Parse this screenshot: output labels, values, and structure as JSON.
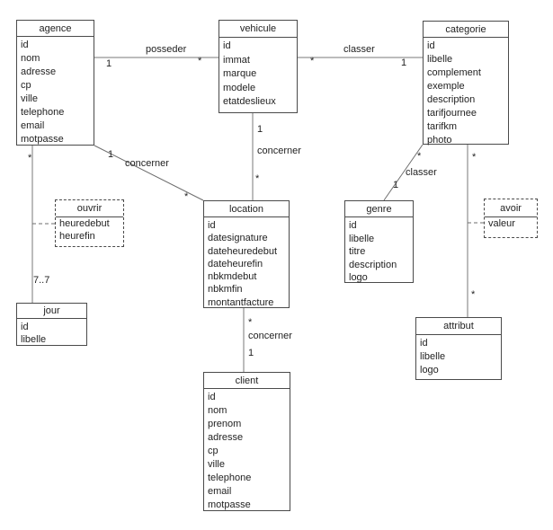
{
  "colors": {
    "background": "#ffffff",
    "line": "#7a7a7a",
    "border": "#4a4a4a",
    "text": "#1f1f1f"
  },
  "entities": {
    "agence": {
      "title": "agence",
      "attributes": [
        "id",
        "nom",
        "adresse",
        "cp",
        "ville",
        "telephone",
        "email",
        "motpasse"
      ]
    },
    "vehicule": {
      "title": "vehicule",
      "attributes": [
        "id",
        "immat",
        "marque",
        "modele",
        "etatdeslieux"
      ]
    },
    "categorie": {
      "title": "categorie",
      "attributes": [
        "id",
        "libelle",
        "complement",
        "exemple",
        "description",
        "tarifjournee",
        "tarifkm",
        "photo"
      ]
    },
    "location": {
      "title": "location",
      "attributes": [
        "id",
        "datesignature",
        "dateheuredebut",
        "dateheurefin",
        "nbkmdebut",
        "nbkmfin",
        "montantfacture"
      ]
    },
    "genre": {
      "title": "genre",
      "attributes": [
        "id",
        "libelle",
        "titre",
        "description",
        "logo"
      ]
    },
    "client": {
      "title": "client",
      "attributes": [
        "id",
        "nom",
        "prenom",
        "adresse",
        "cp",
        "ville",
        "telephone",
        "email",
        "motpasse"
      ]
    },
    "jour": {
      "title": "jour",
      "attributes": [
        "id",
        "libelle"
      ]
    },
    "attribut": {
      "title": "attribut",
      "attributes": [
        "id",
        "libelle",
        "logo"
      ]
    },
    "ouvrir": {
      "title": "ouvrir",
      "attributes": [
        "heuredebut",
        "heurefin"
      ]
    },
    "avoir": {
      "title": "avoir",
      "attributes": [
        "valeur"
      ]
    }
  },
  "relationships": {
    "agence_vehicule": {
      "name": "posseder",
      "agence_mult": "1",
      "vehicule_mult": "*"
    },
    "vehicule_categorie": {
      "name": "classer",
      "vehicule_mult": "*",
      "categorie_mult": "1"
    },
    "vehicule_location": {
      "name": "concerner",
      "vehicule_mult": "1",
      "location_mult": "*"
    },
    "agence_location": {
      "name": "concerner",
      "agence_mult": "1",
      "location_mult": "*"
    },
    "location_client": {
      "name": "concerner",
      "location_mult": "*",
      "client_mult": "1"
    },
    "categorie_genre": {
      "name": "classer",
      "categorie_mult": "*",
      "genre_mult": "1"
    },
    "categorie_attribut": {
      "categorie_mult": "*",
      "attribut_mult": "*"
    },
    "agence_jour": {
      "agence_mult": "*",
      "jour_mult": "7..7"
    }
  }
}
